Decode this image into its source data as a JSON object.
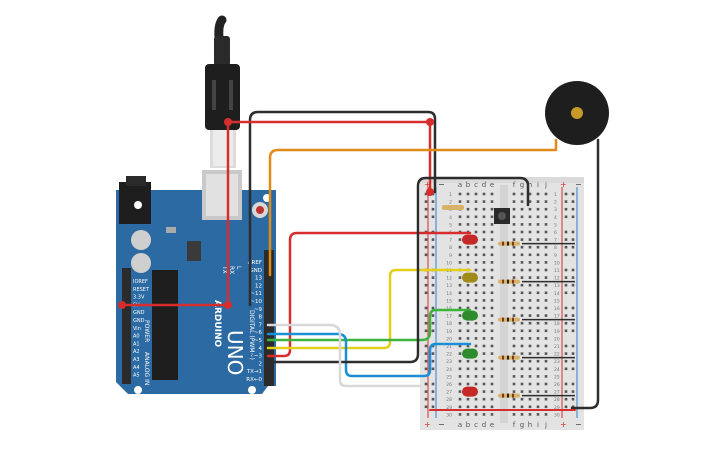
{
  "colors": {
    "board": "#2b6aa3",
    "board_dark": "#1f4f7c",
    "header": "#2b2b2b",
    "breadboard": "#e3e3e3",
    "wire_red": "#d62d2d",
    "wire_black": "#2d2d2d",
    "wire_orange": "#e08a1a",
    "wire_yellow": "#e3cf1a",
    "wire_green": "#3db33d",
    "wire_blue": "#1a8fd6",
    "led_red": "#c62828",
    "led_yellow": "#a08a1a",
    "led_green": "#2e8b2e",
    "buzzer": "#1e1e1e",
    "buzzer_center": "#c79a2a"
  },
  "arduino": {
    "brand": "ARDUINO",
    "model": "UNO",
    "digital_label": "DIGITAL (PWM~)",
    "power_label": "POWER",
    "analog_label": "ANALOG IN",
    "right_pins": [
      "AREF",
      "GND",
      "13",
      "12",
      "~11",
      "~10",
      "~9",
      "8",
      "7",
      "~6",
      "~5",
      "4",
      "~3",
      "2",
      "TX→1",
      "RX←0"
    ],
    "left_pins": [
      "IOREF",
      "RESET",
      "3.3V",
      "5V",
      "GND",
      "GND",
      "Vin",
      "A0",
      "A1",
      "A2",
      "A3",
      "A4",
      "A5"
    ],
    "tx_label": "TX",
    "rx_label": "RX",
    "l_label": "L"
  },
  "breadboard": {
    "cols_left": [
      "a",
      "b",
      "c",
      "d",
      "e"
    ],
    "cols_right": [
      "f",
      "g",
      "h",
      "i",
      "j"
    ],
    "plus": "+",
    "minus": "−",
    "rows": [
      "1",
      "2",
      "3",
      "4",
      "5",
      "6",
      "7",
      "8",
      "9",
      "10",
      "11",
      "12",
      "13",
      "14",
      "15",
      "16",
      "17",
      "18",
      "19",
      "20",
      "21",
      "22",
      "23",
      "24",
      "25",
      "26",
      "27",
      "28",
      "29",
      "30"
    ]
  },
  "components": {
    "leds": [
      {
        "color": "red",
        "row": 7
      },
      {
        "color": "yellow",
        "row": 12
      },
      {
        "color": "green",
        "row": 17
      },
      {
        "color": "green",
        "row": 22
      },
      {
        "color": "red",
        "row": 27
      }
    ]
  }
}
